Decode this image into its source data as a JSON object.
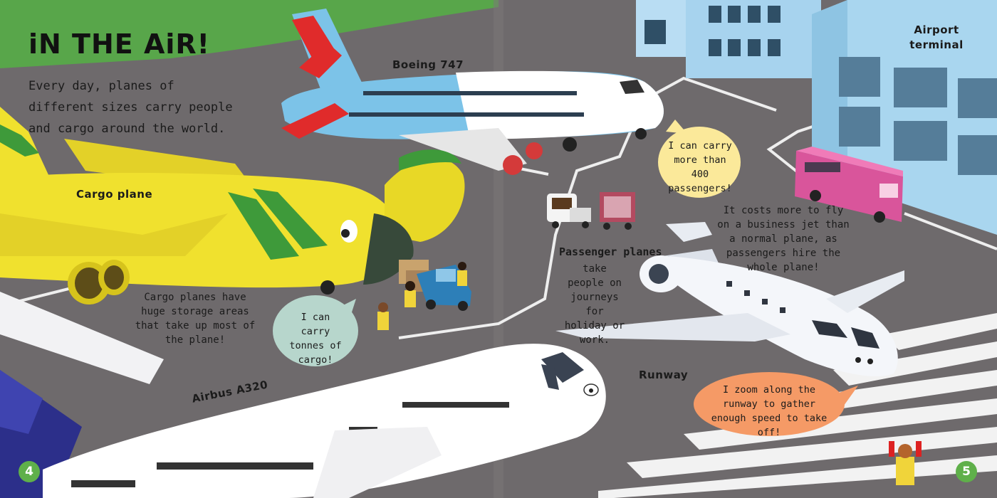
{
  "title": "iN THE AiR!",
  "intro": "Every day, planes of different sizes carry people and cargo around the world.",
  "labels": {
    "boeing": "Boeing 747",
    "cargo_plane": "Cargo plane",
    "airbus": "Airbus A320",
    "airport_terminal": "Airport terminal",
    "runway": "Runway"
  },
  "captions": {
    "cargo": "Cargo planes have huge storage areas that take up most of the plane!",
    "passenger_title": "Passenger planes",
    "passenger_body": "take people on journeys for holiday or work.",
    "business": "It costs more to fly on a business jet than a normal plane, as passengers hire the whole plane!"
  },
  "bubbles": {
    "cargo": "I can carry tonnes of cargo!",
    "boeing": "I can carry more than 400 passengers!",
    "runway": "I zoom along the runway to gather enough speed to take off!"
  },
  "page_numbers": {
    "left": "4",
    "right": "5"
  },
  "colors": {
    "tarmac": "#6e6a6c",
    "grass": "#58a64a",
    "cargo_yellow": "#f0e12e",
    "stripe_green": "#3e9a3a",
    "boeing_blue": "#7cc3e8",
    "tail_red": "#e02b2b",
    "bus_pink": "#d9559b",
    "terminal_blue": "#a9d6ef",
    "bubble_yellow": "#fbe99a",
    "bubble_green": "#b7d6cc",
    "bubble_orange": "#f59a66"
  }
}
